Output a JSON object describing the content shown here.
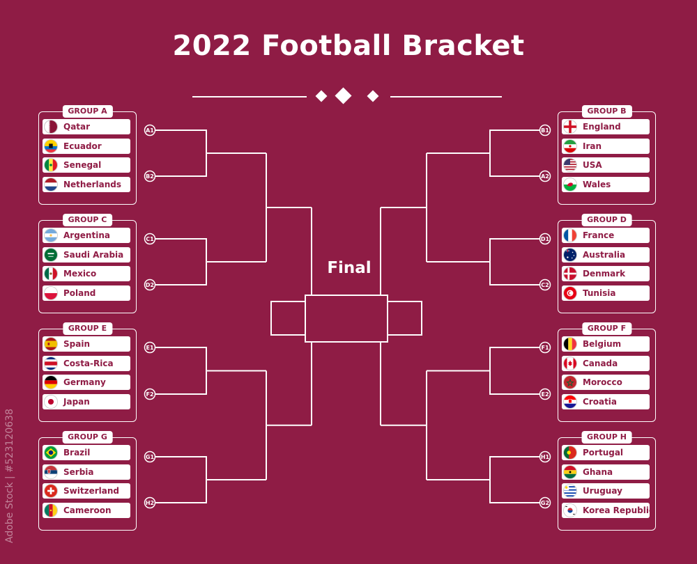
{
  "title": "2022 Football Bracket",
  "final_label": "Final",
  "watermark": "Adobe Stock | #523120638",
  "colors": {
    "background": "#8f1c45",
    "line": "#ffffff"
  },
  "groups": [
    {
      "label": "GROUP A",
      "teams": [
        {
          "name": "Qatar",
          "flag": "qatar-flag-icon"
        },
        {
          "name": "Ecuador",
          "flag": "ecuador-flag-icon"
        },
        {
          "name": "Senegal",
          "flag": "senegal-flag-icon"
        },
        {
          "name": "Netherlands",
          "flag": "netherlands-flag-icon"
        }
      ]
    },
    {
      "label": "GROUP B",
      "teams": [
        {
          "name": "England",
          "flag": "england-flag-icon"
        },
        {
          "name": "Iran",
          "flag": "iran-flag-icon"
        },
        {
          "name": "USA",
          "flag": "usa-flag-icon"
        },
        {
          "name": "Wales",
          "flag": "wales-flag-icon"
        }
      ]
    },
    {
      "label": "GROUP C",
      "teams": [
        {
          "name": "Argentina",
          "flag": "argentina-flag-icon"
        },
        {
          "name": "Saudi Arabia",
          "flag": "saudi-arabia-flag-icon"
        },
        {
          "name": "Mexico",
          "flag": "mexico-flag-icon"
        },
        {
          "name": "Poland",
          "flag": "poland-flag-icon"
        }
      ]
    },
    {
      "label": "GROUP D",
      "teams": [
        {
          "name": "France",
          "flag": "france-flag-icon"
        },
        {
          "name": "Australia",
          "flag": "australia-flag-icon"
        },
        {
          "name": "Denmark",
          "flag": "denmark-flag-icon"
        },
        {
          "name": "Tunisia",
          "flag": "tunisia-flag-icon"
        }
      ]
    },
    {
      "label": "GROUP E",
      "teams": [
        {
          "name": "Spain",
          "flag": "spain-flag-icon"
        },
        {
          "name": "Costa-Rica",
          "flag": "costa-rica-flag-icon"
        },
        {
          "name": "Germany",
          "flag": "germany-flag-icon"
        },
        {
          "name": "Japan",
          "flag": "japan-flag-icon"
        }
      ]
    },
    {
      "label": "GROUP F",
      "teams": [
        {
          "name": "Belgium",
          "flag": "belgium-flag-icon"
        },
        {
          "name": "Canada",
          "flag": "canada-flag-icon"
        },
        {
          "name": "Morocco",
          "flag": "morocco-flag-icon"
        },
        {
          "name": "Croatia",
          "flag": "croatia-flag-icon"
        }
      ]
    },
    {
      "label": "GROUP G",
      "teams": [
        {
          "name": "Brazil",
          "flag": "brazil-flag-icon"
        },
        {
          "name": "Serbia",
          "flag": "serbia-flag-icon"
        },
        {
          "name": "Switzerland",
          "flag": "switzerland-flag-icon"
        },
        {
          "name": "Cameroon",
          "flag": "cameroon-flag-icon"
        }
      ]
    },
    {
      "label": "GROUP H",
      "teams": [
        {
          "name": "Portugal",
          "flag": "portugal-flag-icon"
        },
        {
          "name": "Ghana",
          "flag": "ghana-flag-icon"
        },
        {
          "name": "Uruguay",
          "flag": "uruguay-flag-icon"
        },
        {
          "name": "Korea Republic",
          "flag": "korea-republic-flag-icon"
        }
      ]
    }
  ],
  "seeds": {
    "left": [
      "A1",
      "B2",
      "C1",
      "D2",
      "E1",
      "F2",
      "G1",
      "H2"
    ],
    "right": [
      "B1",
      "A2",
      "D1",
      "C2",
      "F1",
      "E2",
      "H1",
      "G2"
    ]
  }
}
